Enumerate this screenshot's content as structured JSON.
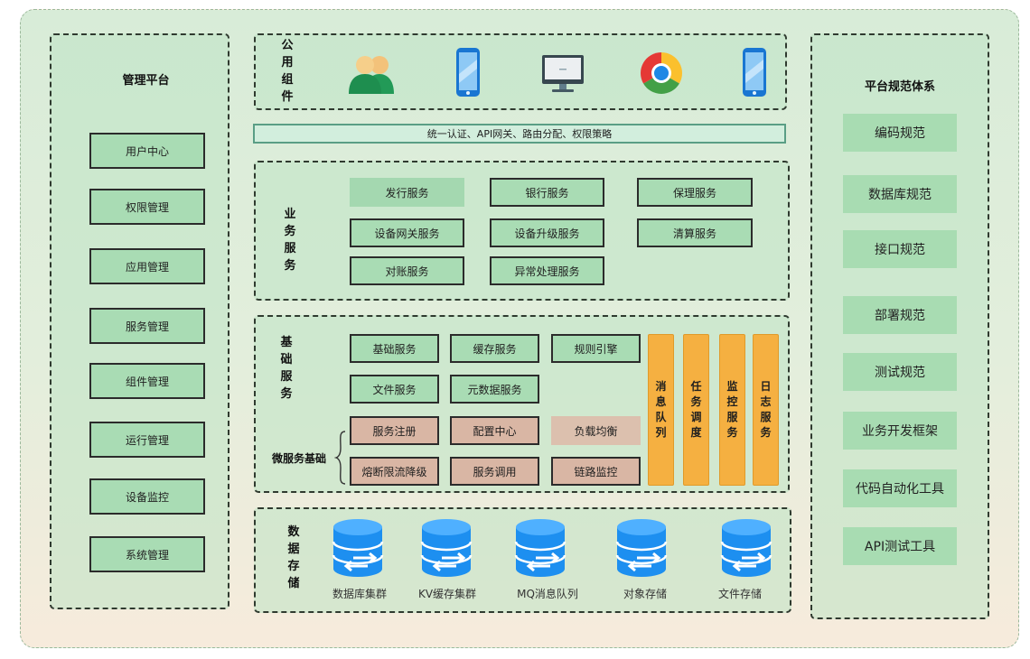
{
  "management": {
    "title": "管理平台",
    "items": [
      "用户中心",
      "权限管理",
      "应用管理",
      "服务管理",
      "组件管理",
      "运行管理",
      "设备监控",
      "系统管理"
    ]
  },
  "common_components": {
    "title": "公用组件",
    "icons": [
      "users-icon",
      "phone-icon",
      "monitor-icon",
      "chrome-icon",
      "phone-icon"
    ]
  },
  "gateway": {
    "label": "统一认证、API网关、路由分配、权限策略"
  },
  "business_services": {
    "title": "业务服务",
    "items": [
      "发行服务",
      "银行服务",
      "保理服务",
      "设备网关服务",
      "设备升级服务",
      "清算服务",
      "对账服务",
      "异常处理服务"
    ]
  },
  "base_services": {
    "title": "基础服务",
    "items": [
      "基础服务",
      "缓存服务",
      "规则引擎",
      "文件服务",
      "元数据服务"
    ],
    "microservice_label": "微服务基础",
    "micro_items": [
      "服务注册",
      "配置中心",
      "负载均衡",
      "熔断限流降级",
      "服务调用",
      "链路监控"
    ],
    "vertical_items": [
      "消息队列",
      "任务调度",
      "监控服务",
      "日志服务"
    ]
  },
  "data_storage": {
    "title": "数据存储",
    "items": [
      "数据库集群",
      "KV缓存集群",
      "MQ消息队列",
      "对象存储",
      "文件存储"
    ]
  },
  "standards": {
    "title": "平台规范体系",
    "items": [
      "编码规范",
      "数据库规范",
      "接口规范",
      "部署规范",
      "测试规范",
      "业务开发框架",
      "代码自动化工具",
      "API测试工具"
    ]
  },
  "colors": {
    "green_box": "#a9dcb4",
    "brown_box": "#d9b6a4",
    "orange_box": "#f5b041",
    "db_blue": "#1d8ff0"
  }
}
